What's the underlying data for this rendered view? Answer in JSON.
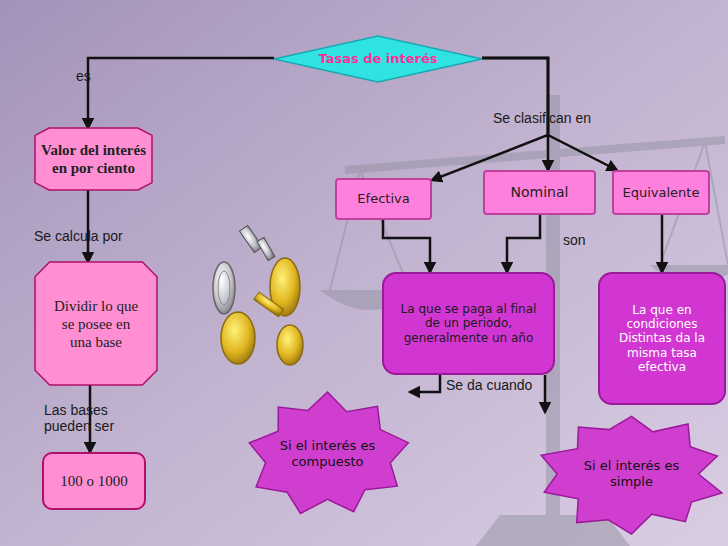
{
  "diagram": {
    "nodes": [
      {
        "text": [
          "Tasas de interés"
        ]
      },
      {
        "text": [
          "Valor del interés en por ciento"
        ]
      },
      {
        "text": [
          "Dividir lo que se posee en una base"
        ]
      },
      {
        "text": [
          "100 o 1000"
        ]
      },
      {
        "text": [
          "Efectiva"
        ]
      },
      {
        "text": [
          "Nominal"
        ]
      },
      {
        "text": [
          "Equivalente"
        ]
      },
      {
        "text": [
          "La que se paga al final de un periodo, generalmente un año"
        ]
      },
      {
        "text": [
          "La que en condiciones Distintas da la misma tasa efectiva"
        ]
      },
      {
        "text": [
          "Si el interés es compuesto"
        ]
      },
      {
        "text": [
          "Si el interés es simple"
        ]
      }
    ],
    "edges": [
      {
        "from": 0,
        "to": 1,
        "arrow": "to",
        "label": "es"
      },
      {
        "from": 0,
        "to": 4,
        "arrow": "to"
      },
      {
        "from": 0,
        "to": 5,
        "arrow": "to",
        "label": "Se clasifican en"
      },
      {
        "from": 0,
        "to": 6,
        "arrow": "to"
      },
      {
        "from": 1,
        "to": 2,
        "arrow": "to",
        "label": "Se calcula por"
      },
      {
        "from": 2,
        "to": 3,
        "arrow": "to",
        "label": "Las bases pueden ser"
      },
      {
        "from": 4,
        "to": 7,
        "arrow": "to"
      },
      {
        "from": 5,
        "to": 7,
        "arrow": "to"
      },
      {
        "from": 6,
        "to": 8,
        "arrow": "to",
        "label": "son"
      },
      {
        "from": 7,
        "to": 9,
        "arrow": "to",
        "label": "Se da cuando"
      },
      {
        "from": 7,
        "to": 10,
        "arrow": "to"
      }
    ]
  }
}
